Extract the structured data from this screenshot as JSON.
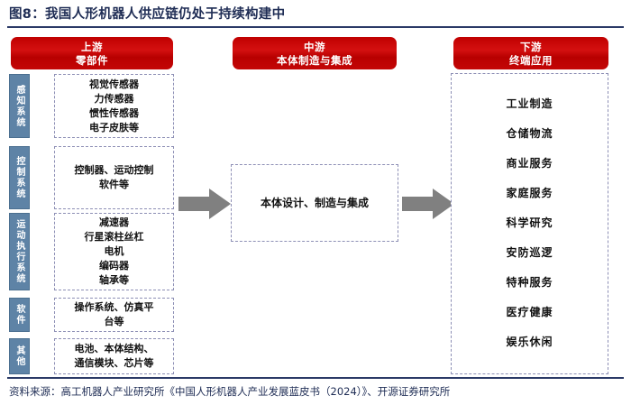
{
  "figure": {
    "title": "图8：我国人形机器人供应链仍处于持续构建中",
    "source": "资料来源：高工机器人产业研究所《中国人形机器人产业发展蓝皮书（2024）》、开源证券研究所",
    "accent_red": "#c00000",
    "accent_navy": "#2b3a67",
    "accent_steel_blue": "#5e83a6",
    "dashed_border": "#8d8fb5",
    "arrow_gray": "#808080"
  },
  "stages": {
    "upstream": {
      "line1": "上游",
      "line2": "零部件"
    },
    "midstream": {
      "line1": "中游",
      "line2": "本体制造与集成"
    },
    "downstream": {
      "line1": "下游",
      "line2": "终端应用"
    }
  },
  "categories": [
    {
      "key": "perception",
      "label": "感知系统"
    },
    {
      "key": "control",
      "label": "控制系统"
    },
    {
      "key": "motion",
      "label": "运动执行系统"
    },
    {
      "key": "software",
      "label": "软件"
    },
    {
      "key": "other",
      "label": "其他"
    }
  ],
  "upstream_boxes": {
    "perception": [
      "视觉传感器",
      "力传感器",
      "惯性传感器",
      "电子皮肤等"
    ],
    "control": [
      "控制器、运动控制",
      "软件等"
    ],
    "motion": [
      "减速器",
      "行星滚柱丝杠",
      "电机",
      "编码器",
      "轴承等"
    ],
    "software": [
      "操作系统、仿真平",
      "台等"
    ],
    "other": [
      "电池、本体结构、",
      "通信模块、芯片等"
    ]
  },
  "midstream_box": {
    "text": "本体设计、制造与集成"
  },
  "downstream_applications": [
    "工业制造",
    "仓储物流",
    "商业服务",
    "家庭服务",
    "科学研究",
    "安防巡逻",
    "特种服务",
    "医疗健康",
    "娱乐休闲"
  ],
  "arrows": [
    {
      "name": "arrow-upstream-to-midstream"
    },
    {
      "name": "arrow-midstream-to-downstream"
    }
  ]
}
